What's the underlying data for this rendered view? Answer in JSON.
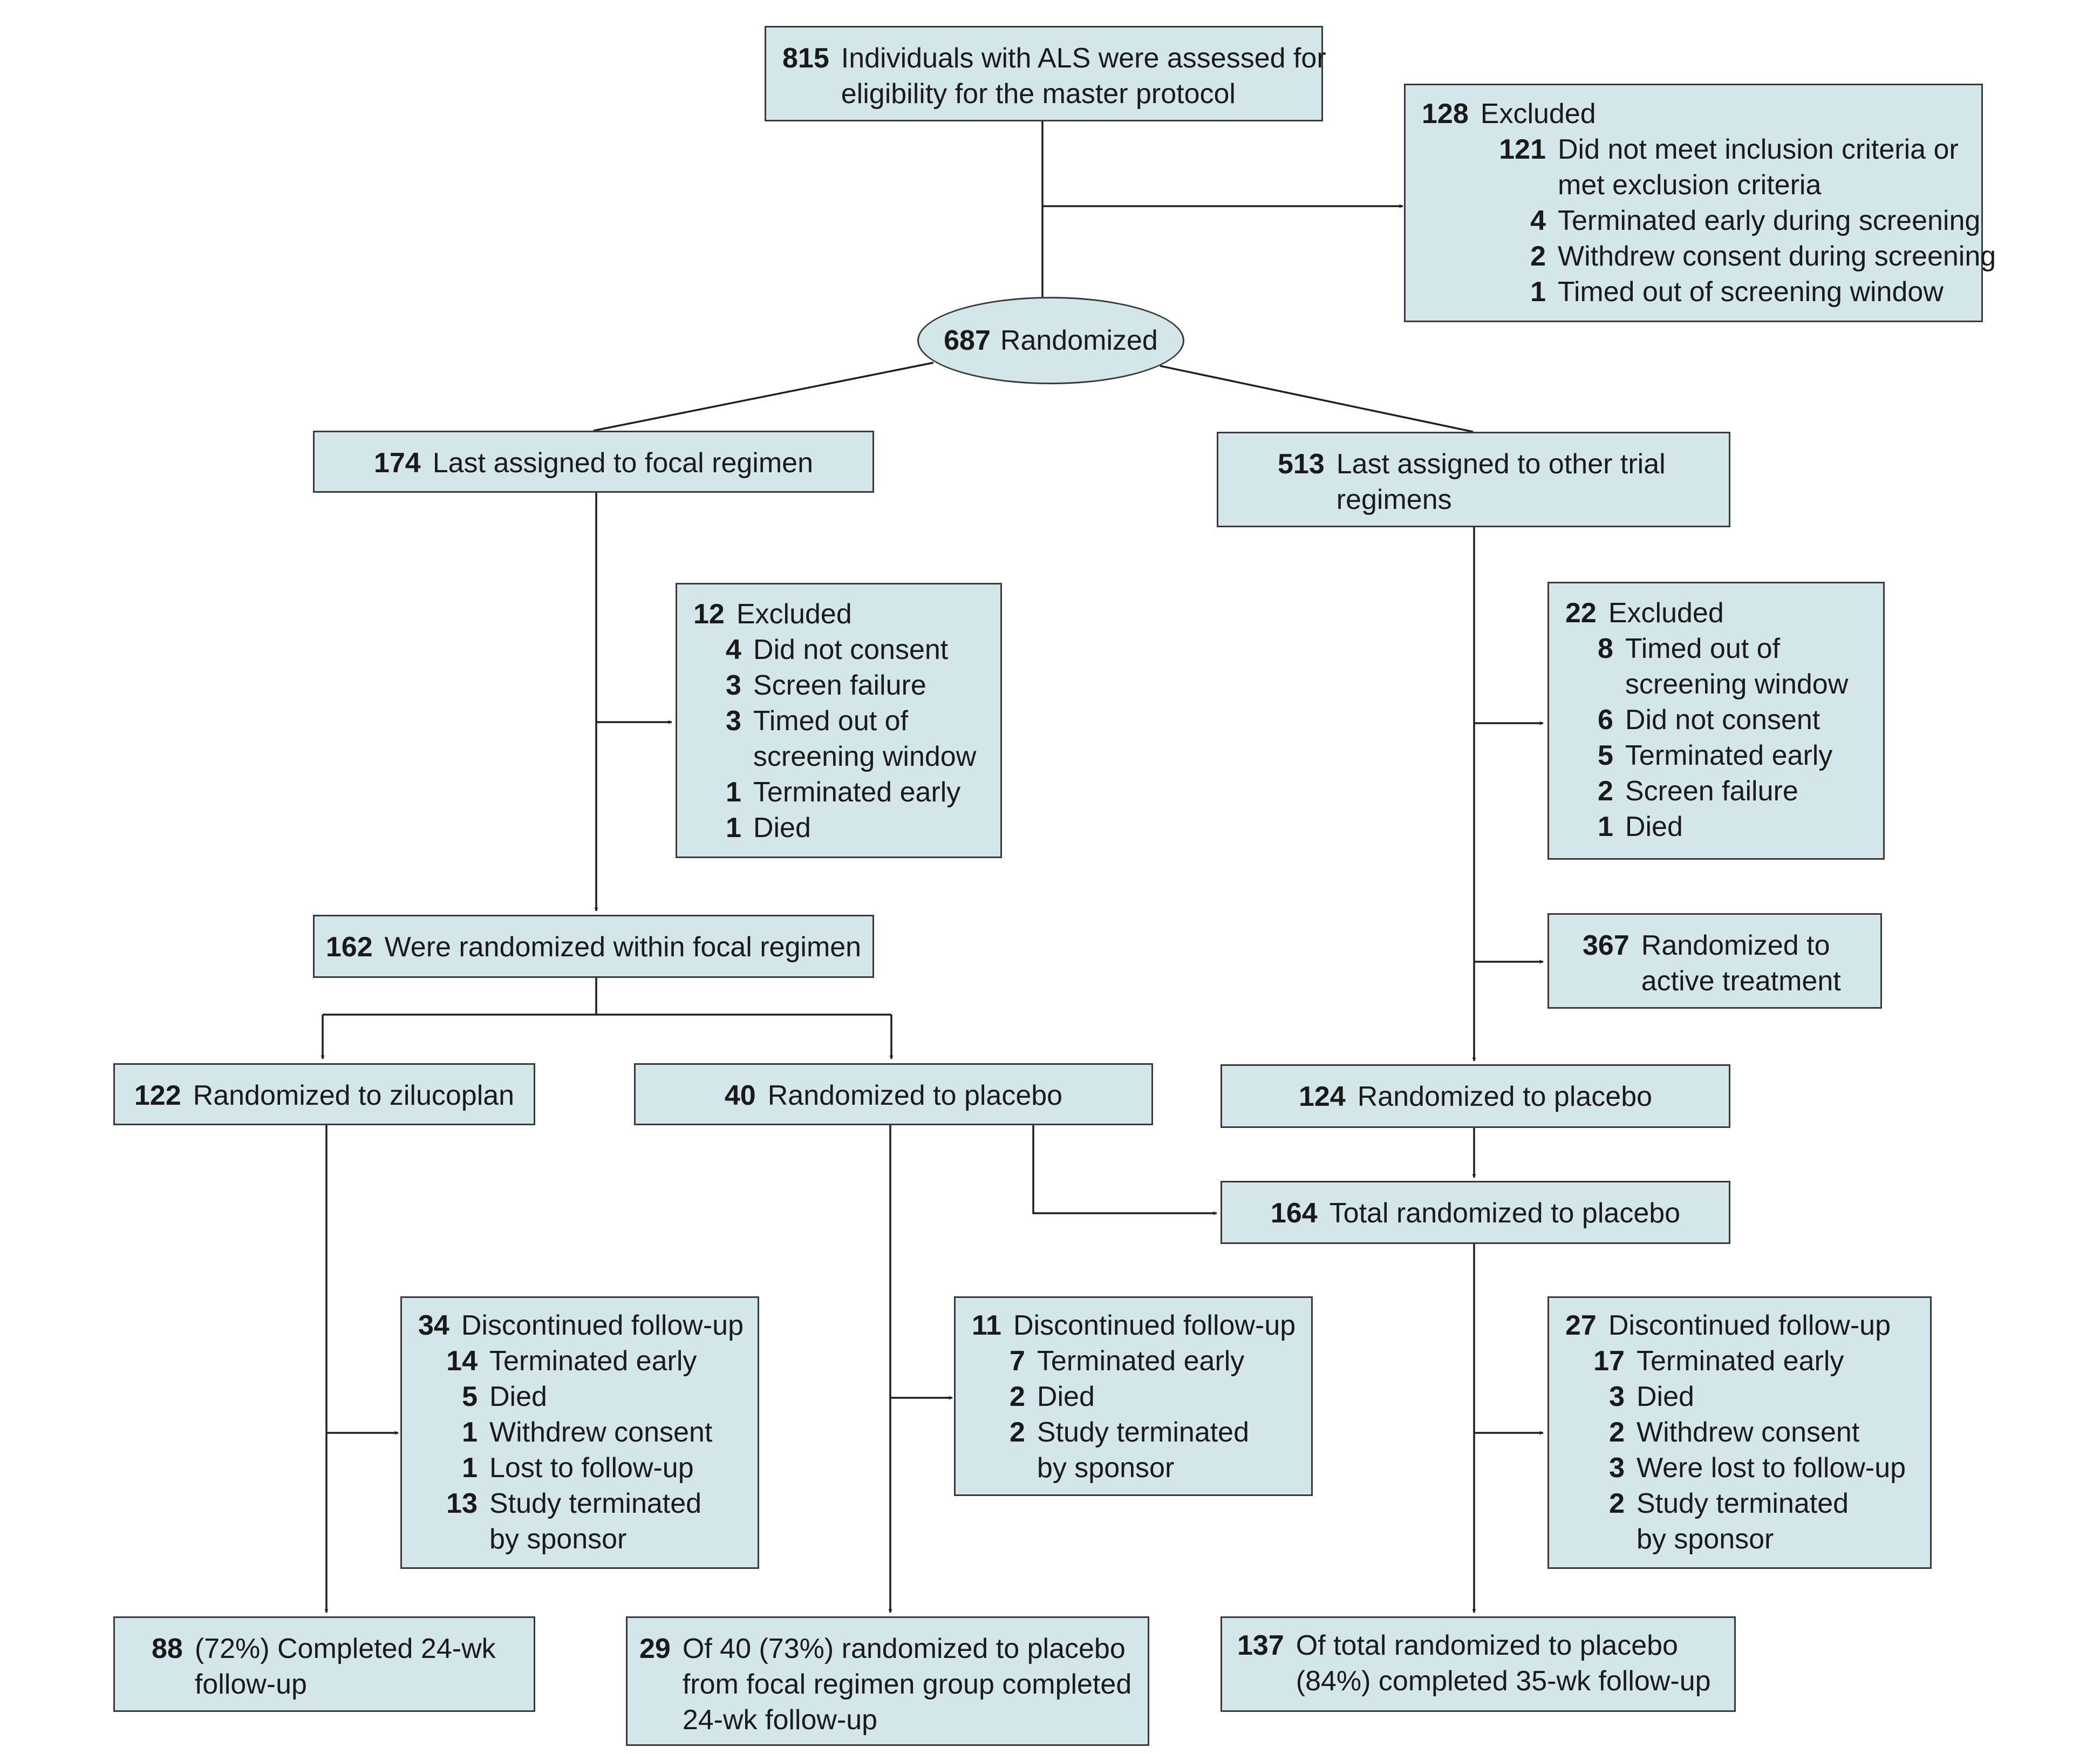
{
  "assessed": {
    "n": "815",
    "text": [
      "Individuals with ALS were assessed for",
      "eligibility for the master protocol"
    ]
  },
  "excluded_master": {
    "n": "128",
    "label": "Excluded",
    "items": [
      {
        "n": "121",
        "lines": [
          "Did not meet inclusion criteria or",
          "met exclusion criteria"
        ]
      },
      {
        "n": "4",
        "lines": [
          "Terminated early during screening"
        ]
      },
      {
        "n": "2",
        "lines": [
          "Withdrew consent during screening"
        ]
      },
      {
        "n": "1",
        "lines": [
          "Timed out of screening window"
        ]
      }
    ]
  },
  "randomized": {
    "n": "687",
    "text": "Randomized"
  },
  "focal": {
    "n": "174",
    "text": [
      "Last assigned to focal regimen"
    ]
  },
  "other": {
    "n": "513",
    "text": [
      "Last assigned to other trial",
      "regimens"
    ]
  },
  "excluded_focal": {
    "n": "12",
    "label": "Excluded",
    "items": [
      {
        "n": "4",
        "lines": [
          "Did not consent"
        ]
      },
      {
        "n": "3",
        "lines": [
          "Screen failure"
        ]
      },
      {
        "n": "3",
        "lines": [
          "Timed out of",
          "screening window"
        ]
      },
      {
        "n": "1",
        "lines": [
          "Terminated early"
        ]
      },
      {
        "n": "1",
        "lines": [
          "Died"
        ]
      }
    ]
  },
  "excluded_other": {
    "n": "22",
    "label": "Excluded",
    "items": [
      {
        "n": "8",
        "lines": [
          "Timed out of",
          "screening window"
        ]
      },
      {
        "n": "6",
        "lines": [
          "Did not consent"
        ]
      },
      {
        "n": "5",
        "lines": [
          "Terminated early"
        ]
      },
      {
        "n": "2",
        "lines": [
          "Screen failure"
        ]
      },
      {
        "n": "1",
        "lines": [
          "Died"
        ]
      }
    ]
  },
  "focal_randomized": {
    "n": "162",
    "text": [
      "Were randomized within focal regimen"
    ]
  },
  "active": {
    "n": "367",
    "text": [
      "Randomized to",
      "active treatment"
    ]
  },
  "zilucoplan": {
    "n": "122",
    "text": [
      "Randomized to zilucoplan"
    ]
  },
  "placebo_focal": {
    "n": "40",
    "text": [
      "Randomized to placebo"
    ]
  },
  "placebo_other": {
    "n": "124",
    "text": [
      "Randomized to placebo"
    ]
  },
  "placebo_total": {
    "n": "164",
    "text": [
      "Total randomized to placebo"
    ]
  },
  "disc_zilucoplan": {
    "n": "34",
    "label": "Discontinued follow-up",
    "items": [
      {
        "n": "14",
        "lines": [
          "Terminated early"
        ]
      },
      {
        "n": "5",
        "lines": [
          "Died"
        ]
      },
      {
        "n": "1",
        "lines": [
          "Withdrew consent"
        ]
      },
      {
        "n": "1",
        "lines": [
          "Lost to follow-up"
        ]
      },
      {
        "n": "13",
        "lines": [
          "Study terminated",
          "by sponsor"
        ]
      }
    ]
  },
  "disc_placebo_focal": {
    "n": "11",
    "label": "Discontinued follow-up",
    "items": [
      {
        "n": "7",
        "lines": [
          "Terminated early"
        ]
      },
      {
        "n": "2",
        "lines": [
          "Died"
        ]
      },
      {
        "n": "2",
        "lines": [
          "Study terminated",
          "by sponsor"
        ]
      }
    ]
  },
  "disc_placebo_total": {
    "n": "27",
    "label": "Discontinued follow-up",
    "items": [
      {
        "n": "17",
        "lines": [
          "Terminated early"
        ]
      },
      {
        "n": "3",
        "lines": [
          "Died"
        ]
      },
      {
        "n": "2",
        "lines": [
          "Withdrew consent"
        ]
      },
      {
        "n": "3",
        "lines": [
          "Were lost to follow-up"
        ]
      },
      {
        "n": "2",
        "lines": [
          "Study terminated",
          "by sponsor"
        ]
      }
    ]
  },
  "complete_zilucoplan": {
    "n": "88",
    "text": [
      "(72%) Completed 24-wk",
      "follow-up"
    ]
  },
  "complete_placebo_focal": {
    "n": "29",
    "text": [
      "Of 40 (73%) randomized to placebo",
      "from focal regimen group completed",
      "24-wk  follow-up"
    ]
  },
  "complete_placebo_total": {
    "n": "137",
    "text": [
      "Of total randomized to placebo",
      "(84%) completed 35-wk follow-up"
    ]
  }
}
